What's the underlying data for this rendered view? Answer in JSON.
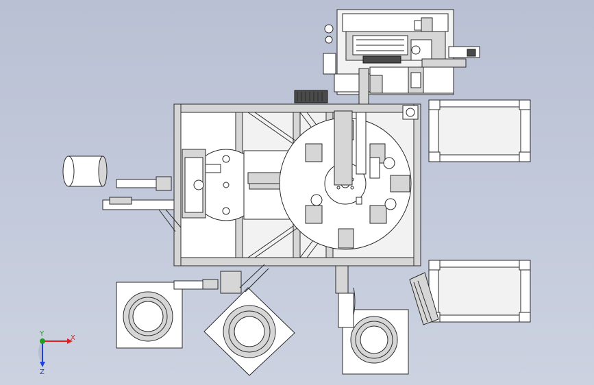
{
  "view": {
    "background_top": "#b9c0d3",
    "background_bottom": "#ccd2e0"
  },
  "triad": {
    "x_label": "X",
    "y_label": "Y",
    "z_label": "Z",
    "x_color": "#e02020",
    "y_color": "#20a020",
    "z_color": "#2040e0"
  }
}
